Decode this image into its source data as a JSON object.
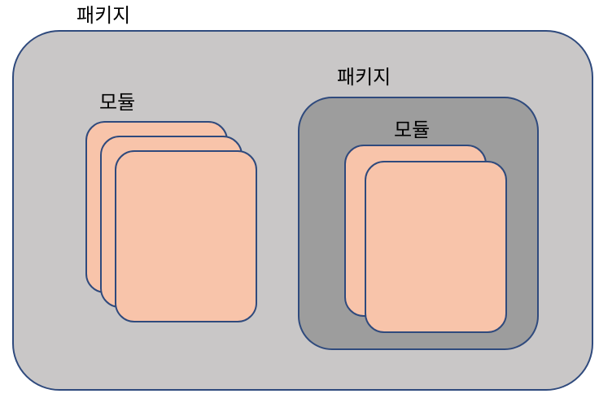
{
  "diagram": {
    "outer_package": {
      "label": "패키지"
    },
    "left_module_stack": {
      "label": "모듈",
      "count": 3
    },
    "inner_package": {
      "label": "패키지",
      "module_stack": {
        "label": "모듈",
        "count": 2
      }
    },
    "colors": {
      "outer_package_fill": "#c9c7c7",
      "inner_package_fill": "#9d9d9d",
      "module_fill": "#f8c4aa",
      "border": "#2f4a7d"
    }
  }
}
